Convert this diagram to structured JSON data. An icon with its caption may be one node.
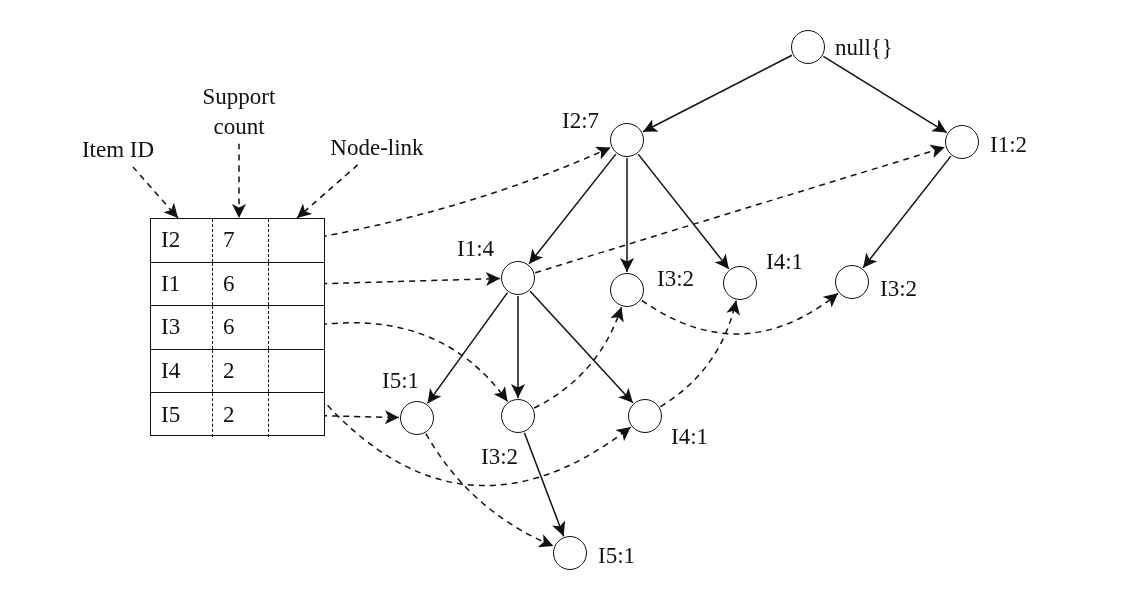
{
  "diagram": {
    "nodes": [
      {
        "text": [],
        "shape": "circle",
        "beside": [
          "null{}"
        ]
      },
      {
        "text": [],
        "shape": "circle",
        "beside": [
          "I2:7"
        ]
      },
      {
        "text": [],
        "shape": "circle",
        "beside": [
          "I1:2"
        ]
      },
      {
        "text": [],
        "shape": "circle",
        "beside": [
          "I1:4"
        ]
      },
      {
        "text": [],
        "shape": "circle",
        "beside": [
          "I3:2"
        ]
      },
      {
        "text": [],
        "shape": "circle",
        "beside": [
          "I4:1"
        ]
      },
      {
        "text": [],
        "shape": "circle",
        "beside": [
          "I3:2"
        ]
      },
      {
        "text": [],
        "shape": "circle",
        "beside": [
          "I5:1"
        ]
      },
      {
        "text": [],
        "shape": "circle",
        "beside": [
          "I3:2"
        ]
      },
      {
        "text": [],
        "shape": "circle",
        "beside": [
          "I4:1"
        ]
      },
      {
        "text": [],
        "shape": "circle",
        "beside": [
          "I5:1"
        ]
      },
      {
        "text": [],
        "shape": "box"
      },
      {
        "text": [
          "I2",
          "7"
        ],
        "in": 11
      },
      {
        "text": [
          "I1",
          "6"
        ],
        "in": 11
      },
      {
        "text": [
          "I3",
          "6"
        ],
        "in": 11
      },
      {
        "text": [
          "I4",
          "2"
        ],
        "in": 11
      },
      {
        "text": [
          "I5",
          "2"
        ],
        "in": 11
      },
      {
        "text": [
          "Item ID"
        ]
      },
      {
        "text": [
          "Support count"
        ]
      },
      {
        "text": [
          "Node-link"
        ]
      }
    ],
    "edges": [
      {
        "from": 0,
        "to": 1,
        "arrow": "to"
      },
      {
        "from": 0,
        "to": 2,
        "arrow": "to"
      },
      {
        "from": 1,
        "to": 3,
        "arrow": "to"
      },
      {
        "from": 1,
        "to": 4,
        "arrow": "to"
      },
      {
        "from": 1,
        "to": 5,
        "arrow": "to"
      },
      {
        "from": 2,
        "to": 6,
        "arrow": "to"
      },
      {
        "from": 3,
        "to": 7,
        "arrow": "to"
      },
      {
        "from": 3,
        "to": 8,
        "arrow": "to"
      },
      {
        "from": 3,
        "to": 9,
        "arrow": "to"
      },
      {
        "from": 8,
        "to": 10,
        "arrow": "to"
      },
      {
        "from": 12,
        "to": 1,
        "arrow": "to",
        "style": "dashed"
      },
      {
        "from": 13,
        "to": 3,
        "arrow": "to",
        "style": "dashed"
      },
      {
        "from": 14,
        "to": 8,
        "arrow": "to",
        "style": "dashed"
      },
      {
        "from": 15,
        "to": 9,
        "arrow": "to",
        "style": "dashed"
      },
      {
        "from": 16,
        "to": 7,
        "arrow": "to",
        "style": "dashed"
      },
      {
        "from": 3,
        "to": 2,
        "arrow": "to",
        "style": "dashed"
      },
      {
        "from": 8,
        "to": 4,
        "arrow": "to",
        "style": "dashed"
      },
      {
        "from": 4,
        "to": 6,
        "arrow": "to",
        "style": "dashed"
      },
      {
        "from": 9,
        "to": 5,
        "arrow": "to",
        "style": "dashed"
      },
      {
        "from": 7,
        "to": 10,
        "arrow": "to",
        "style": "dashed"
      },
      {
        "from": 17,
        "to": 11,
        "arrow": "to",
        "style": "dashed"
      },
      {
        "from": 18,
        "to": 11,
        "arrow": "to",
        "style": "dashed"
      },
      {
        "from": 19,
        "to": 11,
        "arrow": "to",
        "style": "dashed"
      }
    ]
  }
}
